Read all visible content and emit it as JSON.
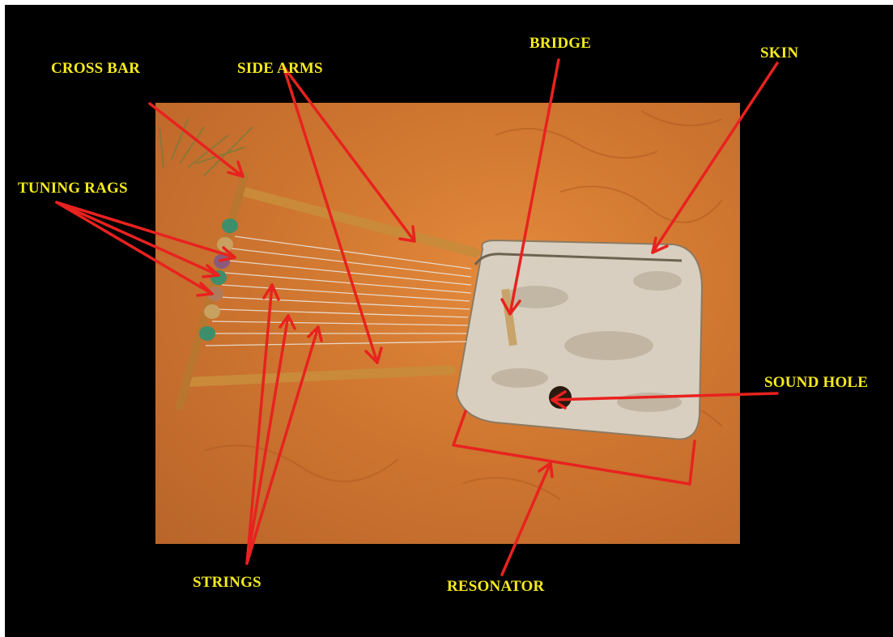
{
  "labels": {
    "cross_bar": "CROSS BAR",
    "side_arms": "SIDE ARMS",
    "bridge": "BRIDGE",
    "skin": "SKIN",
    "tuning_rags": "TUNING RAGS",
    "sound_hole": "SOUND HOLE",
    "strings": "STRINGS",
    "resonator": "RESONATOR"
  },
  "colors": {
    "background": "#000000",
    "label_text": "#f6ea1c",
    "pointer": "#e8221f",
    "ground": "#cf7630",
    "wood": "#c98a3a",
    "skin": "#d8cfc0"
  }
}
